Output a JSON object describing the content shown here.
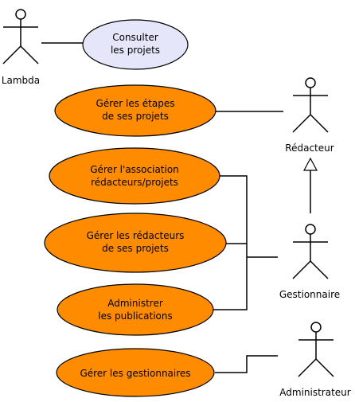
{
  "actors": {
    "lambda": "Lambda",
    "redacteur": "Rédacteur",
    "gestionnaire": "Gestionnaire",
    "administrateur": "Administrateur"
  },
  "use_cases": {
    "consulter": [
      "Consulter",
      "les projets"
    ],
    "etapes": [
      "Gérer les étapes",
      "de ses projets"
    ],
    "association": [
      "Gérer l'association",
      "rédacteurs/projets"
    ],
    "redacteurs": [
      "Gérer les rédacteurs",
      "de ses projets"
    ],
    "publications": [
      "Administrer",
      "les publications"
    ],
    "gestionnaires": [
      "Gérer les gestionnaires"
    ]
  },
  "colors": {
    "use_case_fill": "#ff8c00",
    "consulter_fill": "#e6e6fa",
    "stroke": "#000000"
  }
}
